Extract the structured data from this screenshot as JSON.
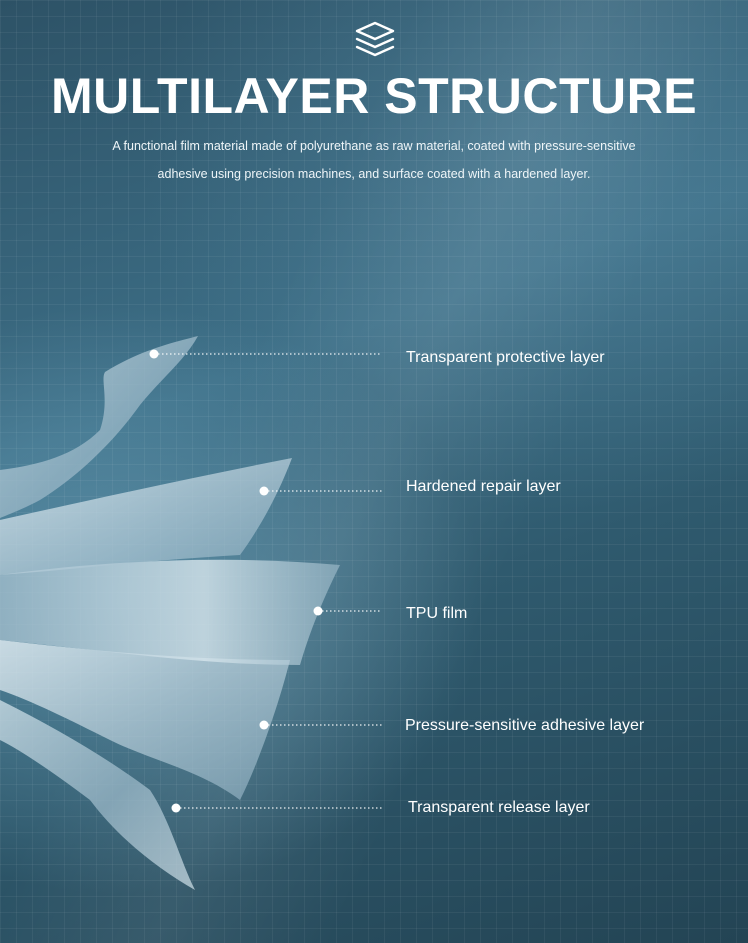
{
  "header": {
    "logo_icon": "stacked-layers-icon",
    "title": "MULTILAYER STRUCTURE",
    "description_line1": "A functional film material made of polyurethane as raw material, coated with pressure-sensitive",
    "description_line2": "adhesive using precision machines, and surface coated with a hardened layer."
  },
  "layers": [
    {
      "label": "Transparent protective layer"
    },
    {
      "label": "Hardened repair layer"
    },
    {
      "label": "TPU film"
    },
    {
      "label": "Pressure-sensitive adhesive layer"
    },
    {
      "label": "Transparent release layer"
    }
  ],
  "colors": {
    "background_dark": "#234454",
    "background_mid": "#3d6f87",
    "film": "#cfe0e8",
    "text": "#ffffff"
  }
}
